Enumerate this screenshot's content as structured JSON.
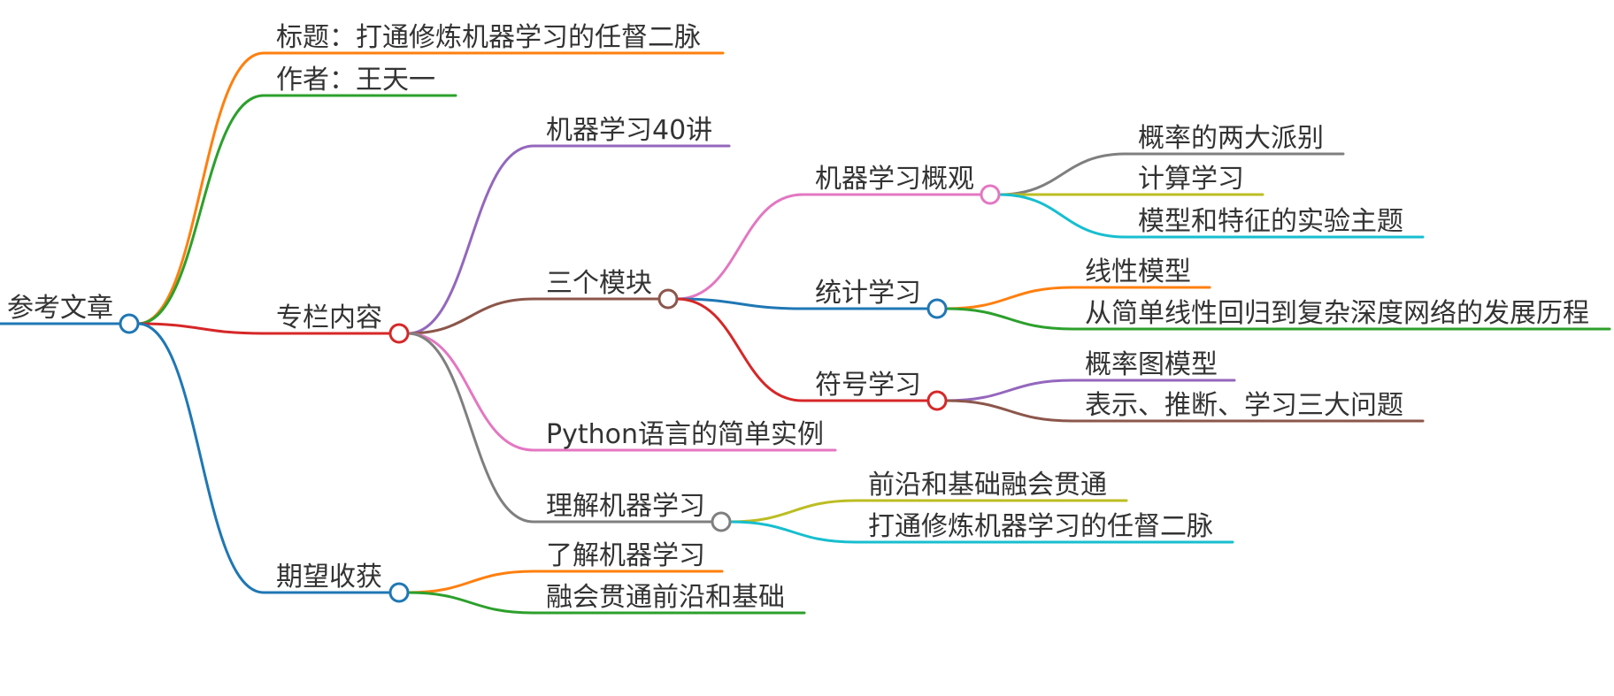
{
  "mindmap": {
    "root": {
      "label": "参考文章",
      "color": "#1f77b4",
      "children": [
        {
          "label": "标题：打通修炼机器学习的任督二脉",
          "color": "#ff7f0e",
          "children": []
        },
        {
          "label": "作者：王天一",
          "color": "#2ca02c",
          "children": []
        },
        {
          "label": "专栏内容",
          "color": "#d62728",
          "children": [
            {
              "label": "机器学习40讲",
              "color": "#9467bd",
              "children": []
            },
            {
              "label": "三个模块",
              "color": "#8c564b",
              "children": [
                {
                  "label": "机器学习概观",
                  "color": "#e377c2",
                  "children": [
                    {
                      "label": "概率的两大派别",
                      "color": "#7f7f7f"
                    },
                    {
                      "label": "计算学习",
                      "color": "#bcbd22"
                    },
                    {
                      "label": "模型和特征的实验主题",
                      "color": "#17becf"
                    }
                  ]
                },
                {
                  "label": "统计学习",
                  "color": "#1f77b4",
                  "children": [
                    {
                      "label": "线性模型",
                      "color": "#ff7f0e"
                    },
                    {
                      "label": "从简单线性回归到复杂深度网络的发展历程",
                      "color": "#2ca02c"
                    }
                  ]
                },
                {
                  "label": "符号学习",
                  "color": "#d62728",
                  "children": [
                    {
                      "label": "概率图模型",
                      "color": "#9467bd"
                    },
                    {
                      "label": "表示、推断、学习三大问题",
                      "color": "#8c564b"
                    }
                  ]
                }
              ]
            },
            {
              "label": "Python语言的简单实例",
              "color": "#e377c2",
              "children": []
            },
            {
              "label": "理解机器学习",
              "color": "#7f7f7f",
              "children": [
                {
                  "label": "前沿和基础融会贯通",
                  "color": "#bcbd22"
                },
                {
                  "label": "打通修炼机器学习的任督二脉",
                  "color": "#17becf"
                }
              ]
            }
          ]
        },
        {
          "label": "期望收获",
          "color": "#1f77b4",
          "children": [
            {
              "label": "了解机器学习",
              "color": "#ff7f0e"
            },
            {
              "label": "融会贯通前沿和基础",
              "color": "#2ca02c"
            }
          ]
        }
      ]
    }
  }
}
